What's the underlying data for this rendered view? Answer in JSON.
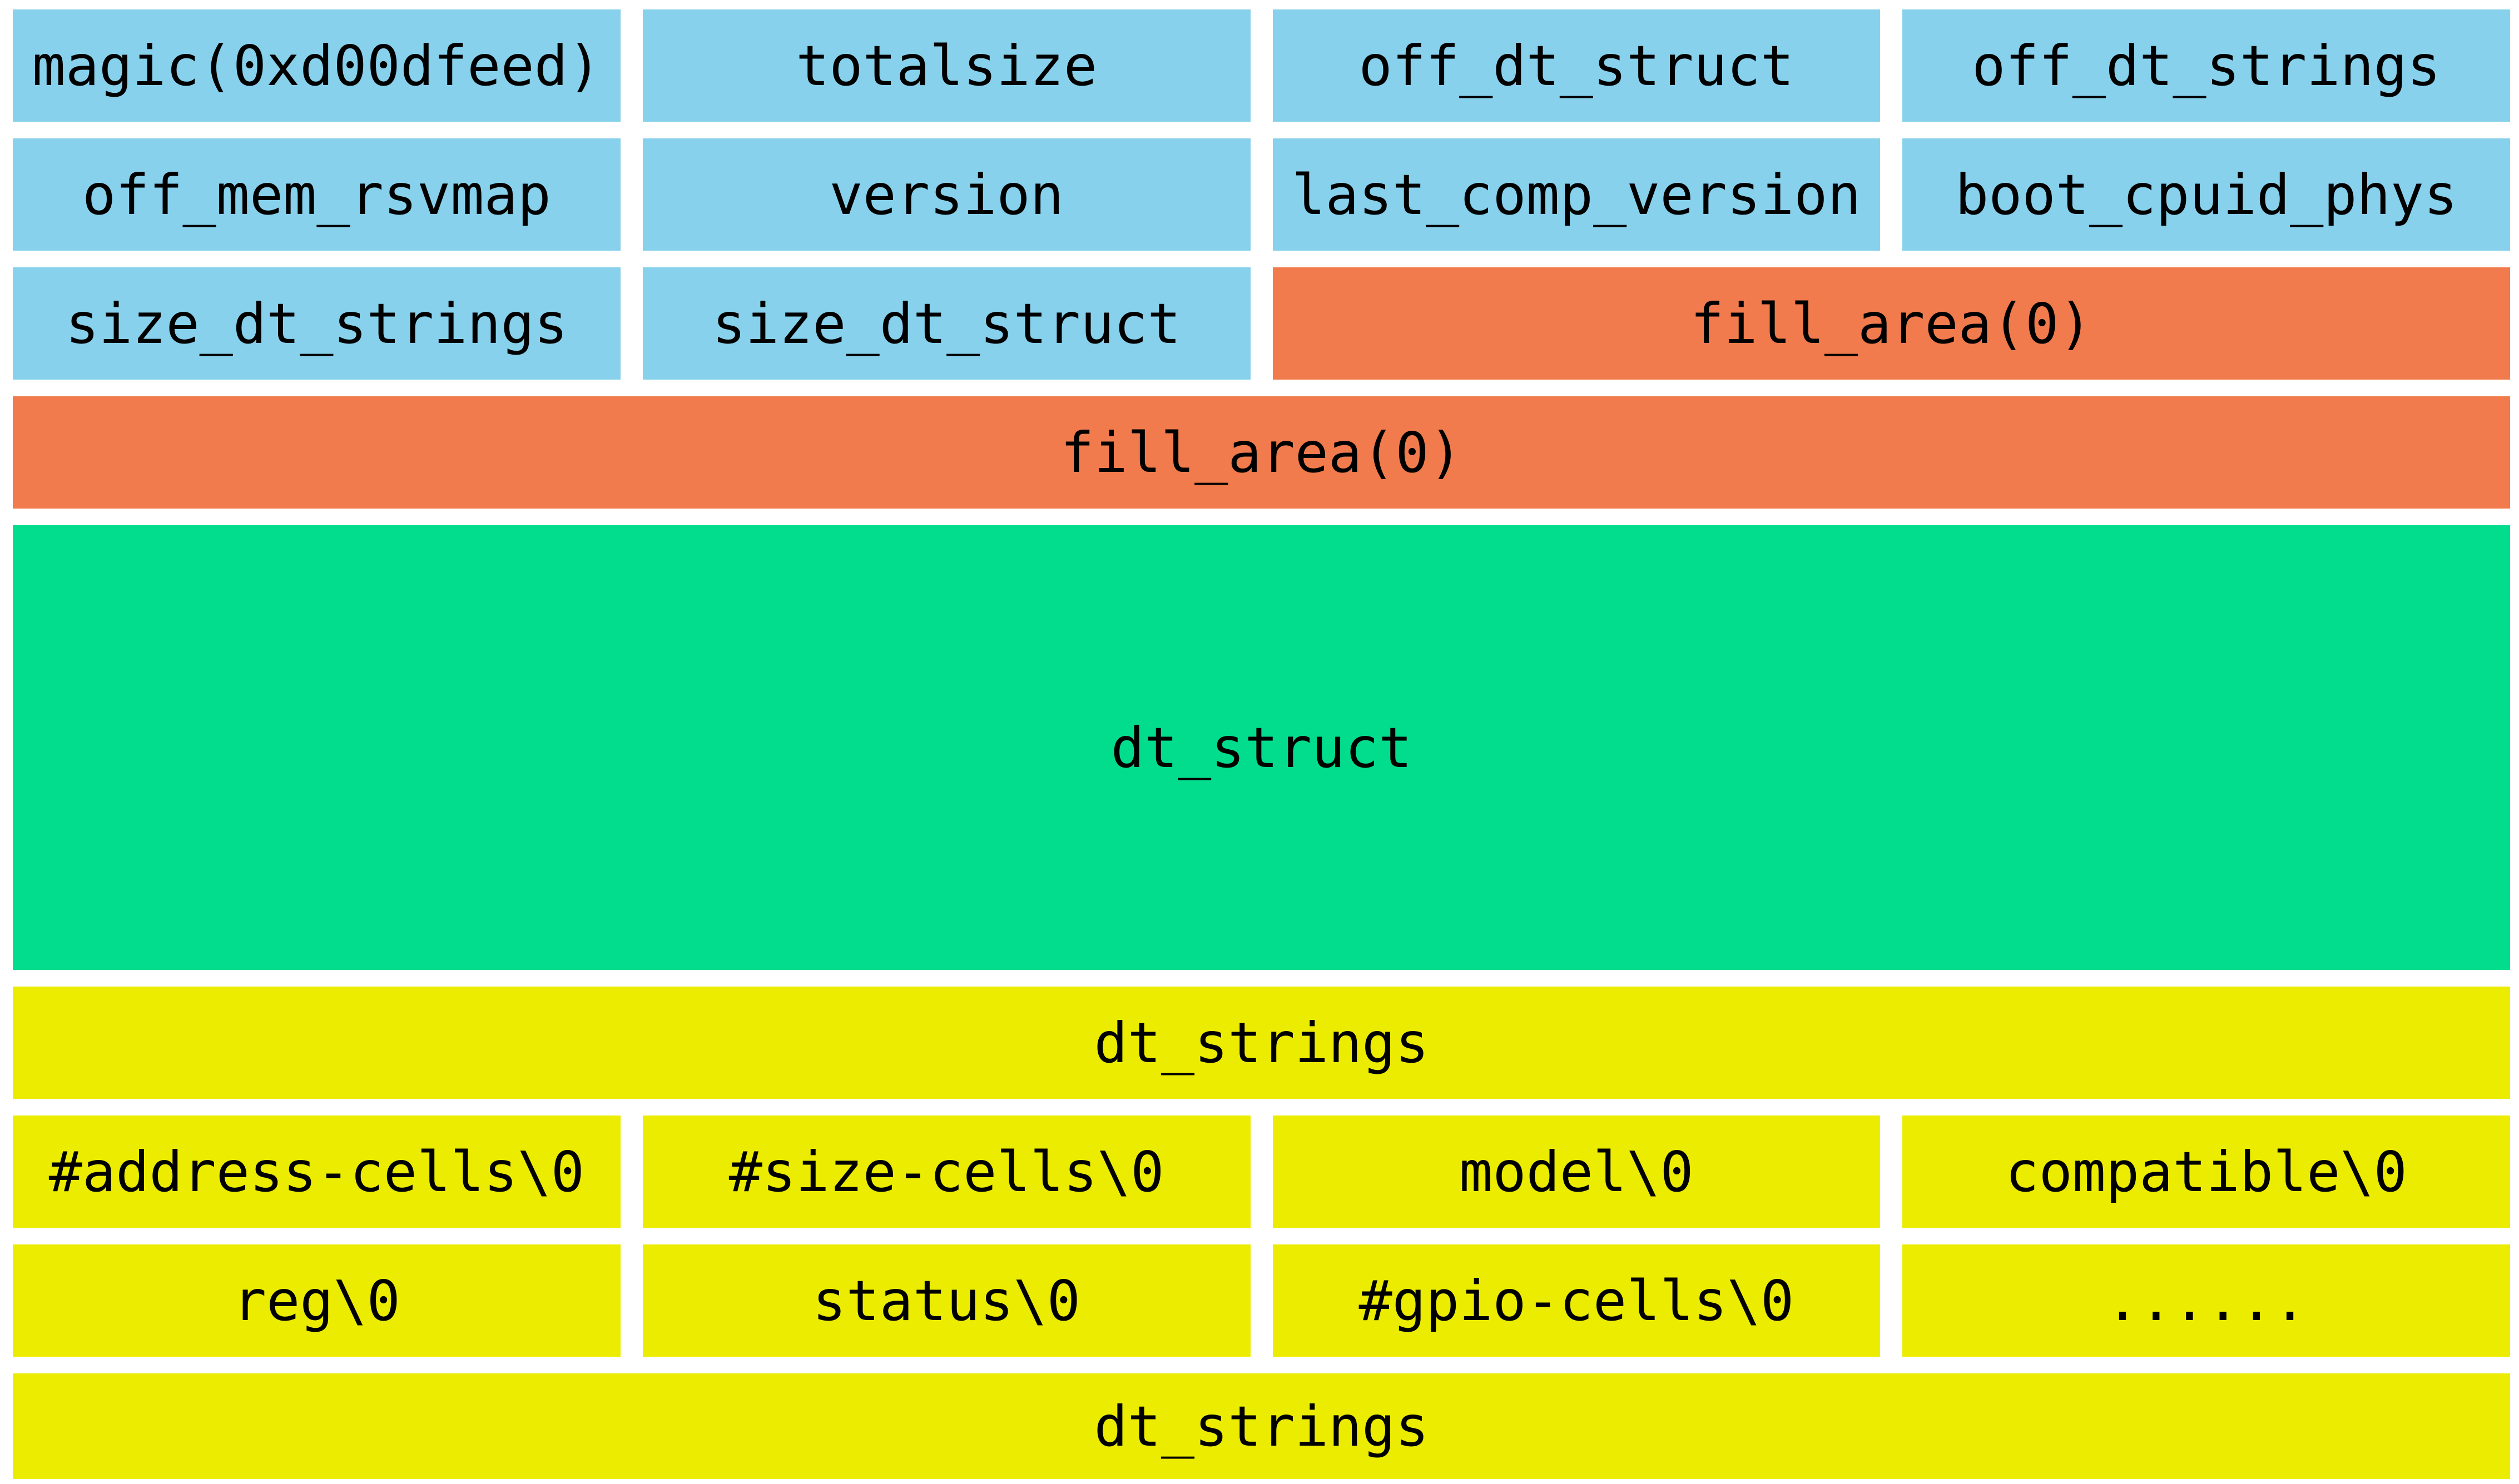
{
  "diagram": {
    "kind": "fdt-blob-layout-grid",
    "palette": {
      "header_blue": "#87D1EC",
      "fill_orange": "#F17B4C",
      "struct_green": "#02DD8D",
      "strings_yellow": "#ECEC00",
      "text_black": "#000000",
      "background_white": "#ffffff"
    },
    "grid": {
      "columns": 4,
      "rows": [
        {
          "cells": [
            {
              "label": "magic(0xd00dfeed)",
              "color": "header_blue",
              "span": 1
            },
            {
              "label": "totalsize",
              "color": "header_blue",
              "span": 1
            },
            {
              "label": "off_dt_struct",
              "color": "header_blue",
              "span": 1
            },
            {
              "label": "off_dt_strings",
              "color": "header_blue",
              "span": 1
            }
          ]
        },
        {
          "cells": [
            {
              "label": "off_mem_rsvmap",
              "color": "header_blue",
              "span": 1
            },
            {
              "label": "version",
              "color": "header_blue",
              "span": 1
            },
            {
              "label": "last_comp_version",
              "color": "header_blue",
              "span": 1
            },
            {
              "label": "boot_cpuid_phys",
              "color": "header_blue",
              "span": 1
            }
          ]
        },
        {
          "cells": [
            {
              "label": "size_dt_strings",
              "color": "header_blue",
              "span": 1
            },
            {
              "label": "size_dt_struct",
              "color": "header_blue",
              "span": 1
            },
            {
              "label": "fill_area(0)",
              "color": "fill_orange",
              "span": 2
            }
          ]
        },
        {
          "cells": [
            {
              "label": "fill_area(0)",
              "color": "fill_orange",
              "span": 4
            }
          ]
        },
        {
          "cells": [
            {
              "label": "dt_struct",
              "color": "struct_green",
              "span": 4
            }
          ]
        },
        {
          "cells": [
            {
              "label": "dt_strings",
              "color": "strings_yellow",
              "span": 4
            }
          ]
        },
        {
          "cells": [
            {
              "label": "#address-cells\\0",
              "color": "strings_yellow",
              "span": 1
            },
            {
              "label": "#size-cells\\0",
              "color": "strings_yellow",
              "span": 1
            },
            {
              "label": "model\\0",
              "color": "strings_yellow",
              "span": 1
            },
            {
              "label": "compatible\\0",
              "color": "strings_yellow",
              "span": 1
            }
          ]
        },
        {
          "cells": [
            {
              "label": "reg\\0",
              "color": "strings_yellow",
              "span": 1
            },
            {
              "label": "status\\0",
              "color": "strings_yellow",
              "span": 1
            },
            {
              "label": "#gpio-cells\\0",
              "color": "strings_yellow",
              "span": 1
            },
            {
              "label": "......",
              "color": "strings_yellow",
              "span": 1
            }
          ]
        },
        {
          "cells": [
            {
              "label": "dt_strings",
              "color": "strings_yellow",
              "span": 4
            }
          ]
        }
      ]
    }
  }
}
